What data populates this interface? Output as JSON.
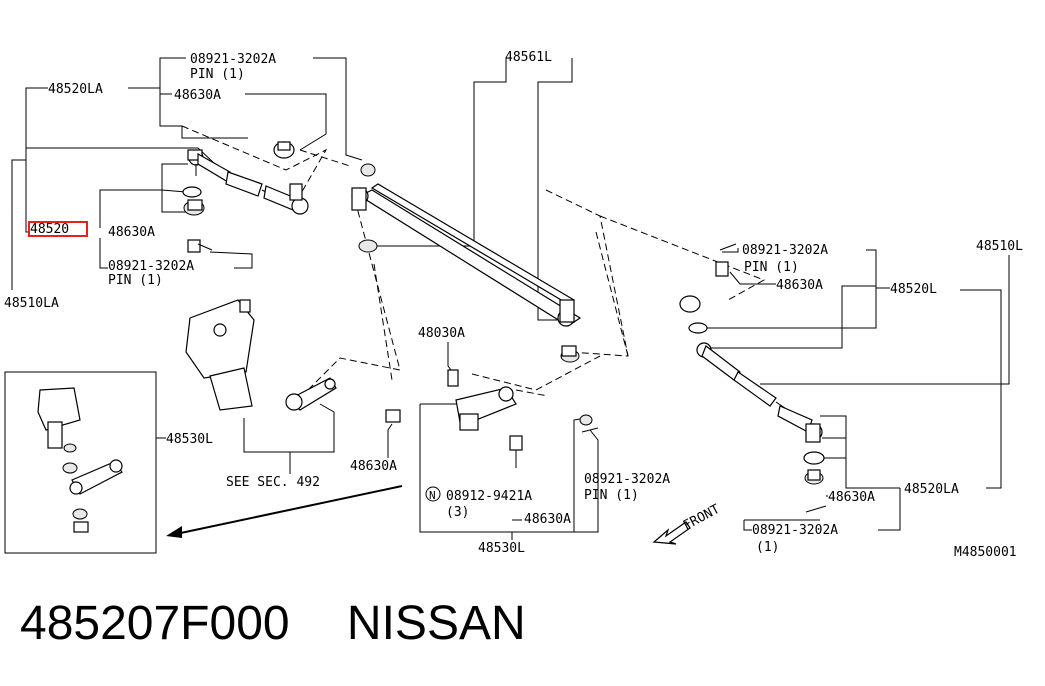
{
  "labels": {
    "pin_code_top": "08921-3202A",
    "pin_qty_top": "PIN (1)",
    "part_48520LA_left": "48520LA",
    "part_48630A_top": "48630A",
    "part_48561L": "48561L",
    "part_48520L_highlight": "48520",
    "part_48630A_left": "48630A",
    "pin_code_left": "08921-3202A",
    "pin_qty_left": "PIN (1)",
    "part_48510LA": "48510LA",
    "part_48510L": "48510L",
    "pin_code_right": "08921-3202A",
    "pin_qty_right": "PIN (1)",
    "part_48630A_right": "48630A",
    "part_48520L_right": "48520L",
    "part_48030A": "48030A",
    "part_48530L_box": "48530L",
    "see_sec": "SEE SEC. 492",
    "part_48630A_mid": "48630A",
    "pin_code_center": "08921-3202A",
    "pin_qty_center": "PIN (1)",
    "nut_code": "08912-9421A",
    "nut_qty": "(3)",
    "nut_circle": "N",
    "part_48630A_bottom": "48630A",
    "part_48530L_bottom": "48530L",
    "front": "FRONT",
    "part_48630A_lower_right": "48630A",
    "part_48520LA_right": "48520LA",
    "pin_code_lower_right": "08921-3202A",
    "pin_qty_lower_right": "(1)",
    "diagram_code": "M4850001"
  },
  "footer": {
    "part_number": "485207F000",
    "brand": "NISSAN"
  },
  "colors": {
    "highlight": "#e8211c",
    "line": "#000000"
  }
}
